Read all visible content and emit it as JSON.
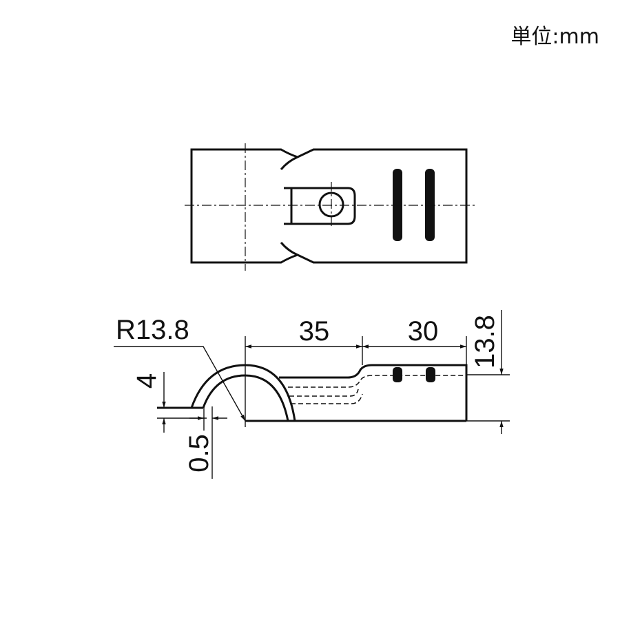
{
  "header": {
    "unit": "単位:mm"
  },
  "dimensions": {
    "radius": "R13.8",
    "width_a": "35",
    "width_b": "30",
    "height": "13.8",
    "rise": "4",
    "thickness": "0.5"
  }
}
